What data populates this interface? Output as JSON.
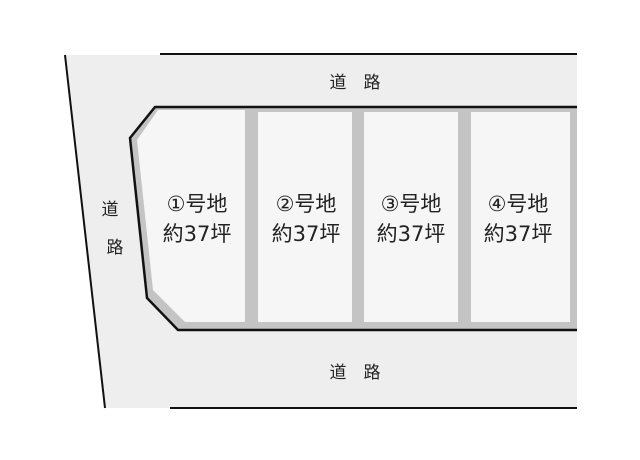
{
  "roads": {
    "top": "道　路",
    "left_1": "道",
    "left_2": "路",
    "bottom": "道　路"
  },
  "lots": [
    {
      "number": "①号地",
      "area": "約37坪"
    },
    {
      "number": "②号地",
      "area": "約37坪"
    },
    {
      "number": "③号地",
      "area": "約37坪"
    },
    {
      "number": "④号地",
      "area": "約37坪"
    }
  ],
  "colors": {
    "road": "#eeeeee",
    "lot": "#f6f6f6",
    "bevel": "#c4c4c4",
    "line": "#111111"
  }
}
